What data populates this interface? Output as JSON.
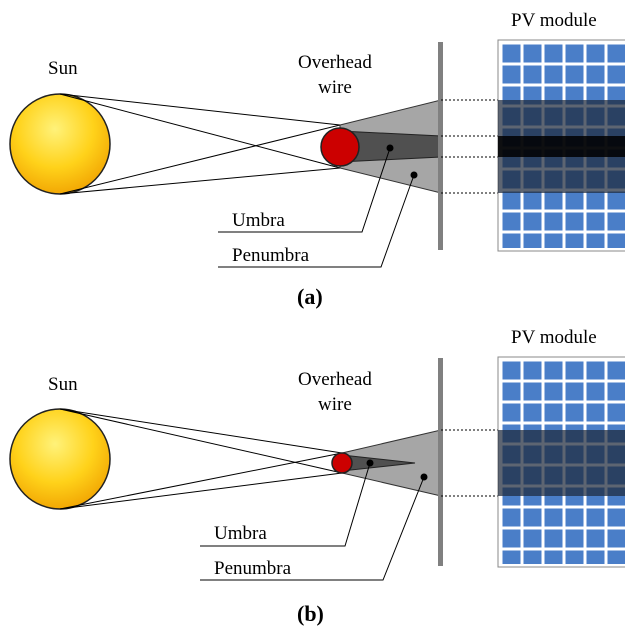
{
  "panels": [
    {
      "id": "a",
      "sun_label": "Sun",
      "wire_label_line1": "Overhead",
      "wire_label_line2": "wire",
      "pv_label": "PV module",
      "umbra_label": "Umbra",
      "penumbra_label": "Penumbra",
      "caption": "(a)"
    },
    {
      "id": "b",
      "sun_label": "Sun",
      "wire_label_line1": "Overhead",
      "wire_label_line2": "wire",
      "pv_label": "PV module",
      "umbra_label": "Umbra",
      "penumbra_label": "Penumbra",
      "caption": "(b)"
    }
  ],
  "colors": {
    "sun_fill_light": "#ffe84a",
    "sun_fill_dark": "#f2a400",
    "sun_stroke": "#222222",
    "wire_fill": "#cc0000",
    "penumbra_fill": "#a6a6a6",
    "umbra_fill": "#505050",
    "screen_fill": "#808080",
    "pv_cell": "#4a7ec8",
    "pv_grid": "#ffffff",
    "shadow_penumbra": "#1f2a3c",
    "shadow_umbra": "#000000"
  }
}
